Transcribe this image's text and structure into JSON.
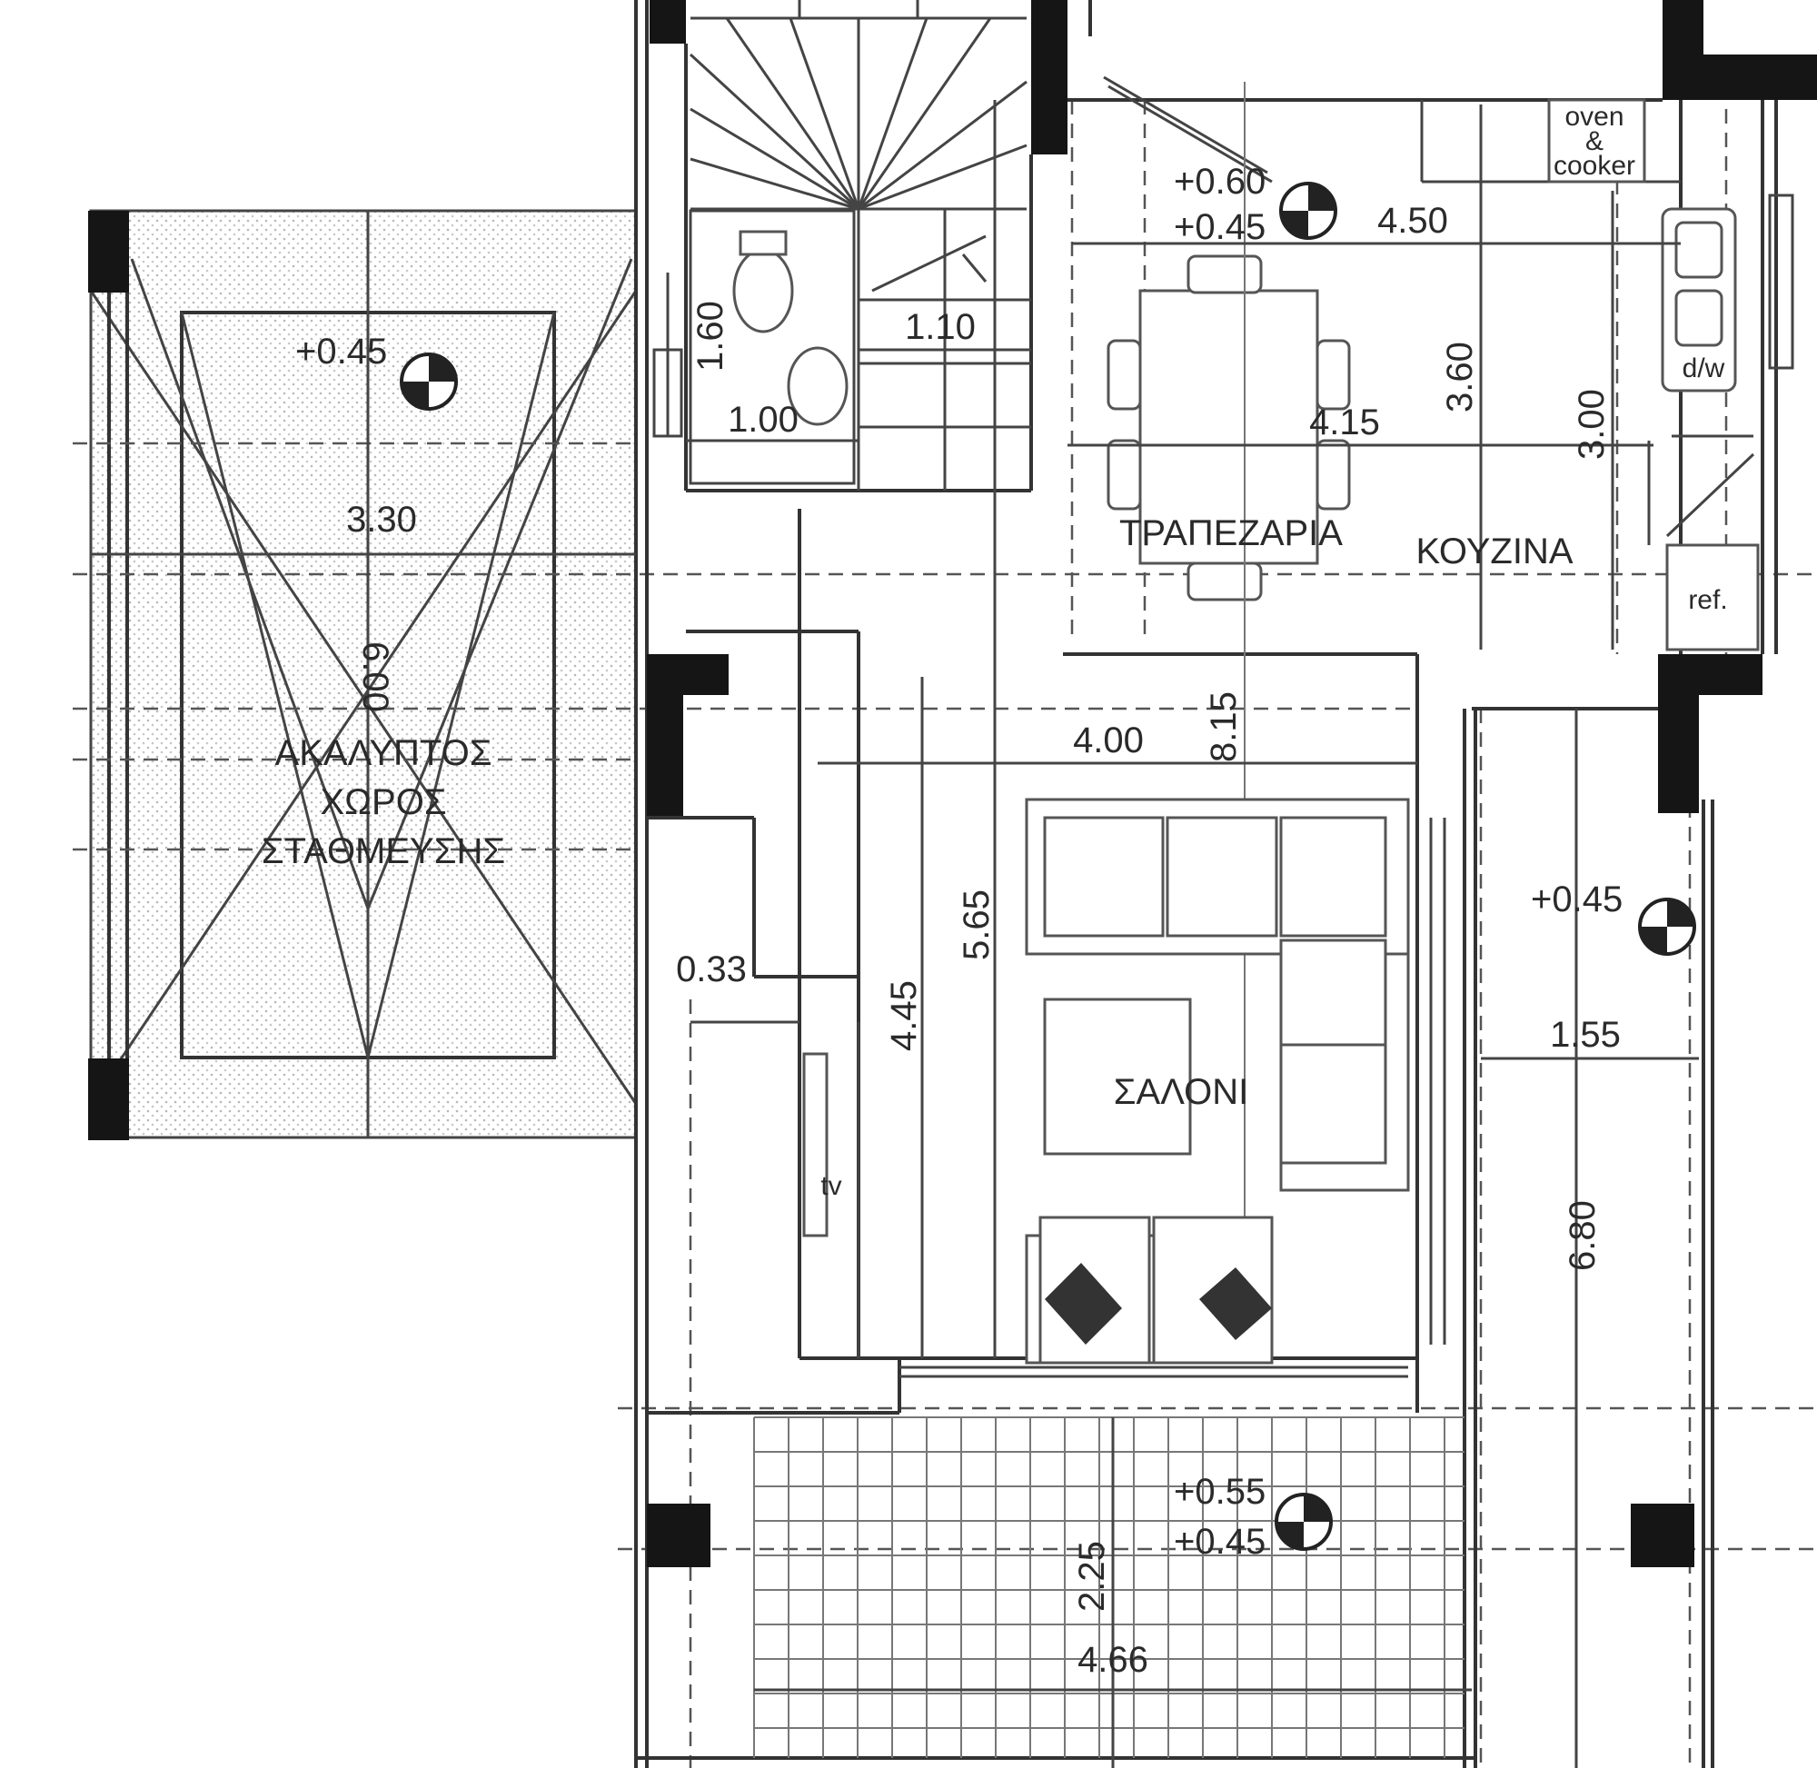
{
  "rooms": {
    "parking_line1": "ΑΚΑΛΥΠΤΟΣ",
    "parking_line2": "ΧΩΡΟΣ",
    "parking_line3": "ΣΤΑΘΜΕΥΣΗΣ",
    "dining": "ΤΡΑΠΕΖΑΡΙΑ",
    "kitchen": "ΚΟΥΖΙΝΑ",
    "living": "ΣΑΛΟΝΙ"
  },
  "appliances": {
    "oven_line1": "oven",
    "oven_line2": "&",
    "oven_line3": "cooker",
    "dishwasher": "d/w",
    "fridge": "ref.",
    "tv": "tv"
  },
  "levels": {
    "parking": "+0.45",
    "dining_upper": "+0.60",
    "dining_lower": "+0.45",
    "right_side": "+0.45",
    "terrace_upper": "+0.55",
    "terrace_lower": "+0.45"
  },
  "dimensions": {
    "parking_width": "3.30",
    "parking_length": "6.00",
    "wc_height": "1.60",
    "wc_width": "1.00",
    "stair_width": "1.10",
    "dining_width": "4.50",
    "table_width": "4.15",
    "kitchen_height": "3.60",
    "kitchen_depth": "3.00",
    "living_width": "4.00",
    "total_length": "8.15",
    "living_length": "5.65",
    "living_inner": "4.45",
    "wall_offset": "0.33",
    "side_width": "1.55",
    "side_length": "6.80",
    "terrace_depth": "2.25",
    "terrace_width": "4.66"
  }
}
